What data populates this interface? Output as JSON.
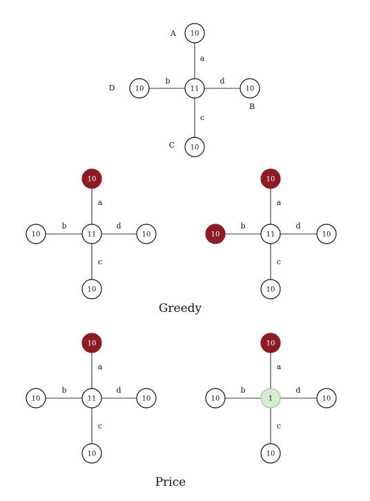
{
  "colors": {
    "selected": "#8c1b26",
    "highlight": "#d6ecd2"
  },
  "top": {
    "vertex_names": {
      "A": "A",
      "B": "B",
      "C": "C",
      "D": "D"
    },
    "center": "11",
    "top": "10",
    "right": "10",
    "bottom": "10",
    "left": "10",
    "edges": {
      "a": "a",
      "b": "b",
      "c": "c",
      "d": "d"
    }
  },
  "greedy": {
    "caption": "Greedy",
    "left": {
      "center": "11",
      "top": "10",
      "right": "10",
      "bottom": "10",
      "left": "10",
      "selected": [
        "top"
      ]
    },
    "right": {
      "center": "11",
      "top": "10",
      "right": "10",
      "bottom": "10",
      "left": "10",
      "selected": [
        "top",
        "left"
      ]
    }
  },
  "price": {
    "caption": "Price",
    "left": {
      "center": "11",
      "top": "10",
      "right": "10",
      "bottom": "10",
      "left": "10",
      "selected": [
        "top"
      ]
    },
    "right": {
      "center": "1",
      "top": "10",
      "right": "10",
      "bottom": "10",
      "left": "10",
      "selected": [
        "top"
      ],
      "highlighted": [
        "center"
      ]
    }
  }
}
